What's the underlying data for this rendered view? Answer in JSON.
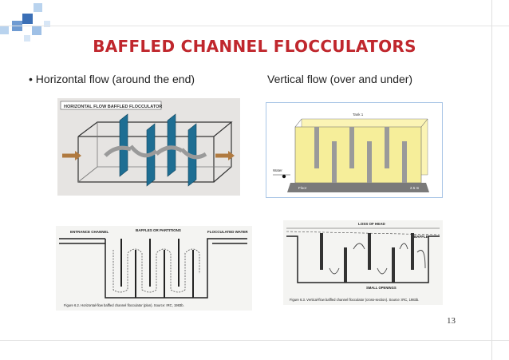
{
  "slide": {
    "title": "BAFFLED CHANNEL FLOCCULATORS",
    "bullet_left": "• Horizontal flow (around the end)",
    "bullet_right": "Vertical flow (over and under)",
    "page_number": "13"
  },
  "fig_top_left": {
    "label": "HORIZONTAL FLOW BAFFLED FLOCCULATOR"
  },
  "fig_top_right": {
    "label_tank": "Tank 1",
    "label_water": "Water",
    "label_floor": "Floor",
    "label_depth": "2.5 m"
  },
  "fig_bottom_left": {
    "label_inlet": "ENTRANCE CHANNEL",
    "label_baffles": "BAFFLES OR PARTITIONS",
    "label_outlet": "FLOCCULATED WATER",
    "caption": "Figure 6.2. Horizontal-flow baffled channel flocculator (plan). Source: IRC, 1983b."
  },
  "fig_bottom_right": {
    "label_head": "LOSS OF HEAD",
    "label_baffle": "BAFFLE",
    "label_opening": "SMALL OPENINGS",
    "caption": "Figure 6.3. Vertical-flow baffled channel flocculator (cross-section). Source: IRC, 1983b."
  },
  "colors": {
    "title": "#c0272d",
    "accent_blue": "#3b6fb6",
    "accent_light": "#b9d3ee",
    "baffle_teal": "#1e6e93"
  }
}
